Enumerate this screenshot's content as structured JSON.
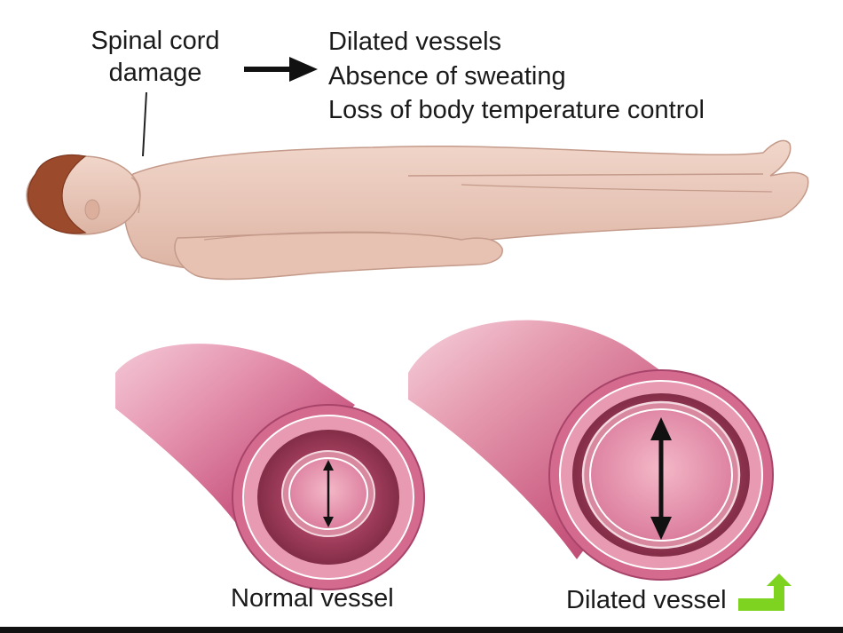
{
  "labels": {
    "cause_line1": "Spinal cord",
    "cause_line2": "damage",
    "normal_vessel": "Normal vessel",
    "dilated_vessel": "Dilated vessel"
  },
  "effects": [
    "Dilated vessels",
    "Absence of sweating",
    "Loss of body temperature control"
  ],
  "colors": {
    "skin": "#ebc9bb",
    "skin_shadow": "#d2a898",
    "hair": "#9c4a2c",
    "vessel_outer": "#c8557f",
    "vessel_inner_wall": "#8e2f4d",
    "vessel_lumen": "#e48aa6",
    "badge": "#7ed321"
  }
}
